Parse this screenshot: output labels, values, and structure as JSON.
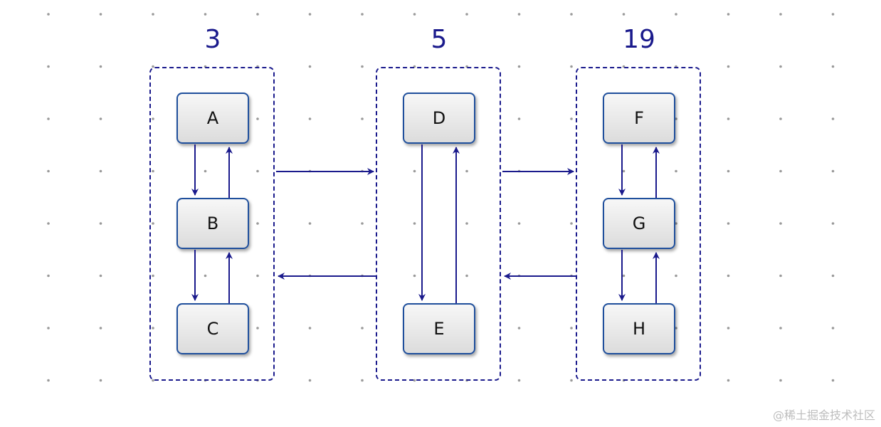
{
  "groups": [
    {
      "title": "3",
      "nodes": [
        "A",
        "B",
        "C"
      ]
    },
    {
      "title": "5",
      "nodes": [
        "D",
        "E"
      ]
    },
    {
      "title": "19",
      "nodes": [
        "F",
        "G",
        "H"
      ]
    }
  ],
  "watermark": "@稀土掘金技术社区",
  "colors": {
    "line": "#1a1a8c",
    "node_border": "#1f4f9c",
    "grid_dot": "#9a9a9a"
  }
}
